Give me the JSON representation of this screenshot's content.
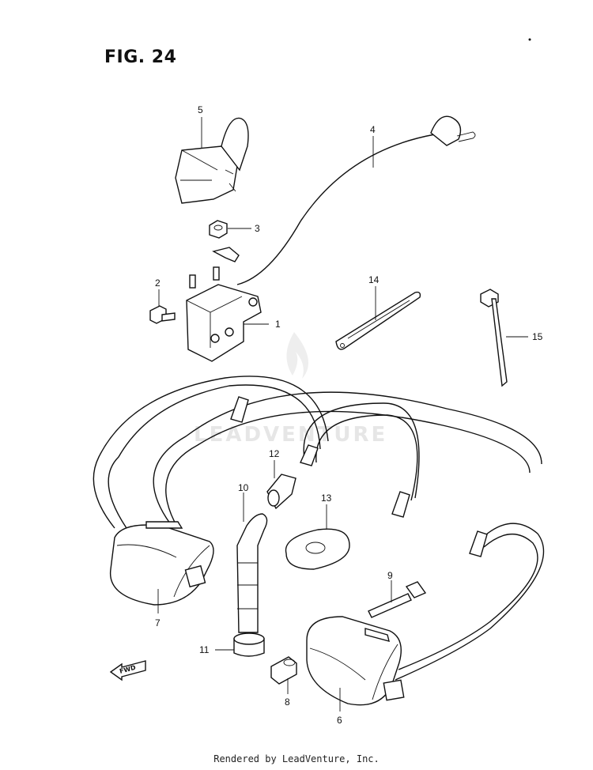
{
  "figure": {
    "title": "FIG. 24",
    "footer": "Rendered by LeadVenture, Inc.",
    "watermark": "LEADVENTURE",
    "fwd_label": "FWD"
  },
  "parts": [
    {
      "id": "1",
      "label": "1"
    },
    {
      "id": "2",
      "label": "2"
    },
    {
      "id": "3",
      "label": "3"
    },
    {
      "id": "4",
      "label": "4"
    },
    {
      "id": "5",
      "label": "5"
    },
    {
      "id": "6",
      "label": "6"
    },
    {
      "id": "7",
      "label": "7"
    },
    {
      "id": "8",
      "label": "8"
    },
    {
      "id": "9",
      "label": "9"
    },
    {
      "id": "10",
      "label": "10"
    },
    {
      "id": "11",
      "label": "11"
    },
    {
      "id": "12",
      "label": "12"
    },
    {
      "id": "13",
      "label": "13"
    },
    {
      "id": "14",
      "label": "14"
    },
    {
      "id": "15",
      "label": "15"
    }
  ]
}
